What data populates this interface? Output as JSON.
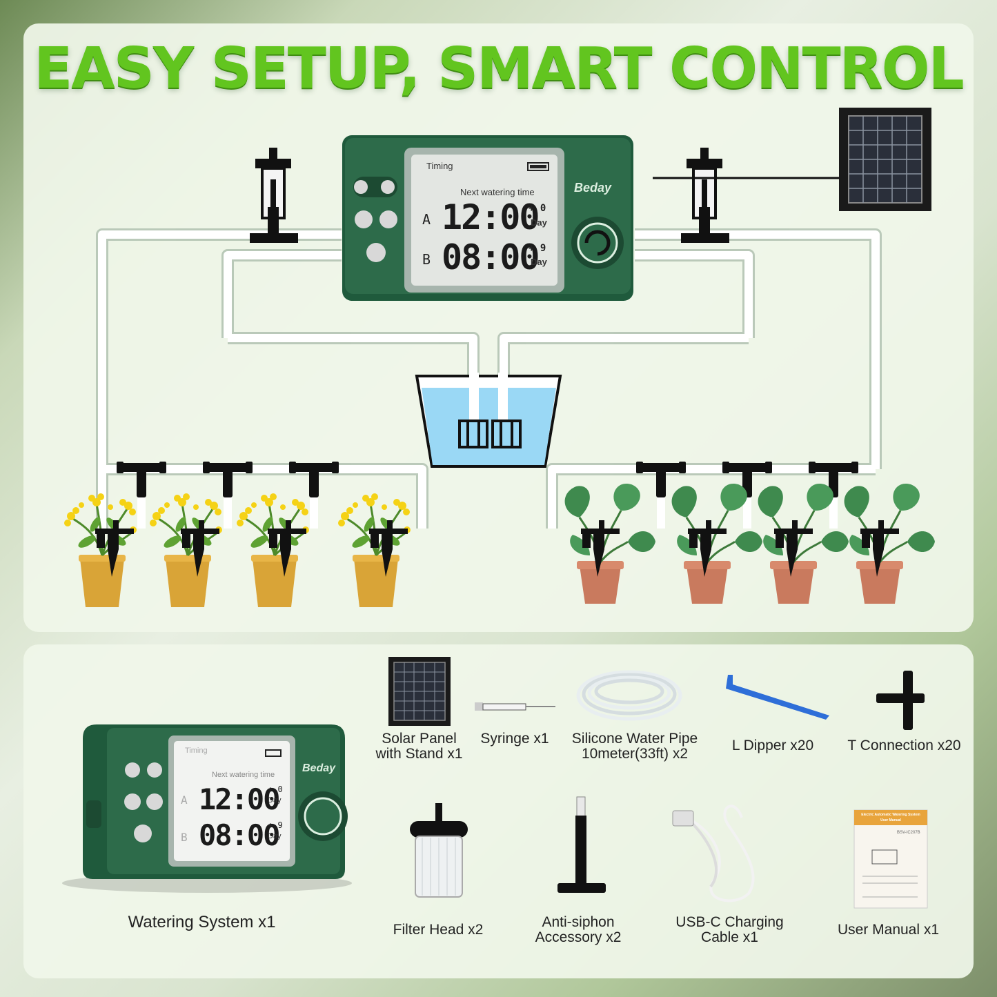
{
  "headline": "EASY SETUP, SMART CONTROL",
  "colors": {
    "controller_green": "#2d6b4a",
    "headline_green": "#62c51f",
    "water": "#9ad8f5",
    "pipe": "#ffffff"
  },
  "controller": {
    "brand": "Beday",
    "mode_label": "Timing",
    "subtitle": "Next watering time",
    "row_a": {
      "letter": "A",
      "time": "12:00",
      "offset": "+ 0",
      "unit": "Day"
    },
    "row_b": {
      "letter": "B",
      "time": "08:00",
      "offset": "+ 9",
      "unit": "Day"
    },
    "buttons": [
      "percent-icon",
      "gear-icon",
      "pump-icon",
      "play-pause-icon",
      "power-icon"
    ]
  },
  "accessories": [
    {
      "label_1": "Solar Panel",
      "label_2": "with Stand x1"
    },
    {
      "label_1": "Syringe x1"
    },
    {
      "label_1": "Silicone Water Pipe",
      "label_2": "10meter(33ft) x2"
    },
    {
      "label_1": "L Dipper x20"
    },
    {
      "label_1": "T Connection x20"
    },
    {
      "label_1": "Watering System x1"
    },
    {
      "label_1": "Filter Head x2"
    },
    {
      "label_1": "Anti-siphon",
      "label_2": "Accessory x2"
    },
    {
      "label_1": "USB-C Charging",
      "label_2": "Cable x1"
    },
    {
      "label_1": "User Manual x1"
    }
  ],
  "manual": {
    "title": "Electric Automatic Watering System",
    "subtitle": "User Manual",
    "code": "BSV-IC207B"
  }
}
